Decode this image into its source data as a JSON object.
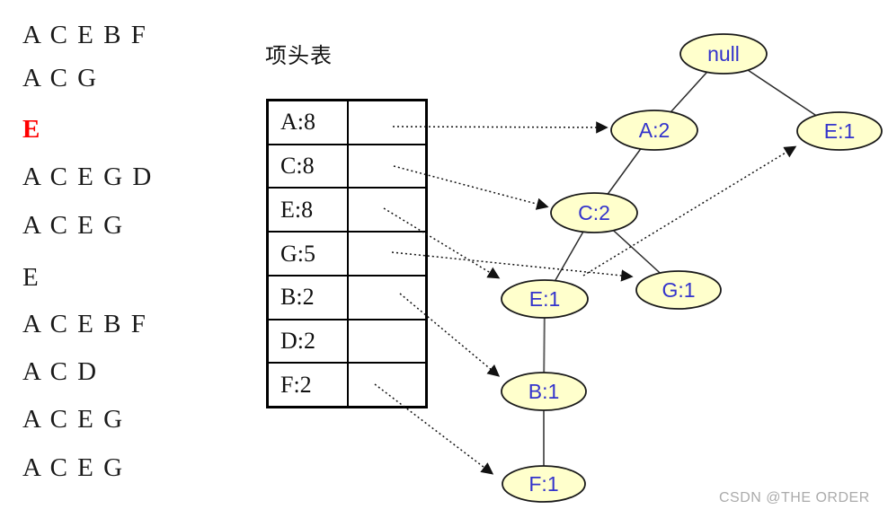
{
  "transactions": {
    "lines": [
      {
        "text": "A C E B F",
        "highlight": false
      },
      {
        "text": "A C G",
        "highlight": false
      },
      {
        "text": "E",
        "highlight": true
      },
      {
        "text": "A C E G D",
        "highlight": false
      },
      {
        "text": "A C E G",
        "highlight": false
      },
      {
        "text": "E",
        "highlight": false
      },
      {
        "text": "A C E B F",
        "highlight": false
      },
      {
        "text": "A C D",
        "highlight": false
      },
      {
        "text": "A C E G",
        "highlight": false
      },
      {
        "text": "A C E G",
        "highlight": false
      }
    ]
  },
  "header_table": {
    "title": "项头表",
    "rows": [
      {
        "item": "A:8"
      },
      {
        "item": "C:8"
      },
      {
        "item": "E:8"
      },
      {
        "item": "G:5"
      },
      {
        "item": "B:2"
      },
      {
        "item": "D:2"
      },
      {
        "item": "F:2"
      }
    ]
  },
  "tree": {
    "nodes": [
      {
        "id": "root",
        "label": "null"
      },
      {
        "id": "A2",
        "label": "A:2"
      },
      {
        "id": "E1-right",
        "label": "E:1"
      },
      {
        "id": "C2",
        "label": "C:2"
      },
      {
        "id": "E1-mid",
        "label": "E:1"
      },
      {
        "id": "G1",
        "label": "G:1"
      },
      {
        "id": "B1",
        "label": "B:1"
      },
      {
        "id": "F1",
        "label": "F:1"
      }
    ],
    "edges": [
      {
        "from": "null",
        "to": "A:2"
      },
      {
        "from": "null",
        "to": "E:1(right)"
      },
      {
        "from": "A:2",
        "to": "C:2"
      },
      {
        "from": "C:2",
        "to": "E:1(mid)"
      },
      {
        "from": "C:2",
        "to": "G:1"
      },
      {
        "from": "E:1(mid)",
        "to": "B:1"
      },
      {
        "from": "B:1",
        "to": "F:1"
      }
    ],
    "header_links": [
      {
        "from": "A:8",
        "to": "A:2"
      },
      {
        "from": "C:8",
        "to": "C:2"
      },
      {
        "from": "E:8",
        "to": "E:1(mid)"
      },
      {
        "from": "G:5",
        "to": "G:1"
      },
      {
        "from": "B:2",
        "to": "B:1"
      },
      {
        "from": "F:2",
        "to": "F:1"
      }
    ],
    "node_links": [
      {
        "from": "E:1(mid)",
        "to": "E:1(right)"
      }
    ]
  },
  "watermark": "CSDN @THE ORDER",
  "colors": {
    "node_fill": "#ffffcc",
    "node_border": "#1a1a1a",
    "node_text": "#3333cc",
    "highlight_text": "#ff0000",
    "arrow": "#111111",
    "watermark": "#ababab"
  }
}
